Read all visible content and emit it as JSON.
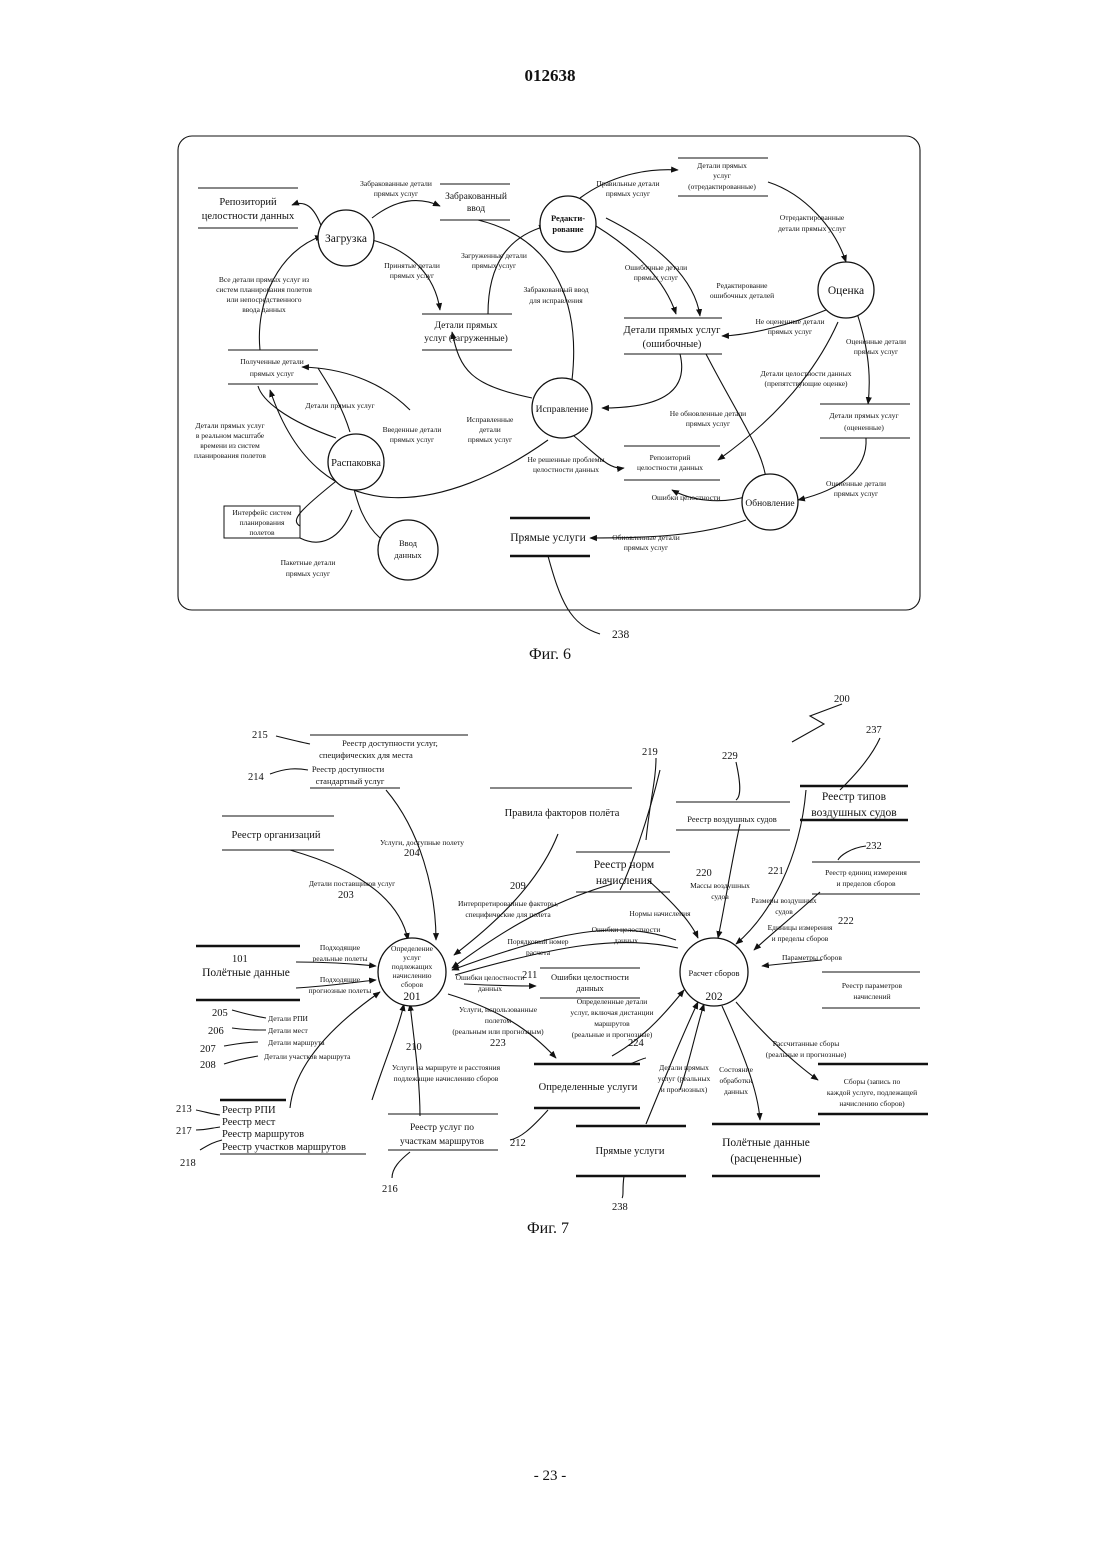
{
  "header": {
    "doc_number": "012638"
  },
  "footer": {
    "page_number": "- 23 -"
  },
  "fig6": {
    "caption": "Фиг. 6",
    "ref": "238",
    "processes": {
      "load": "Загрузка",
      "edit": [
        "Редакти-",
        "рование"
      ],
      "eval": "Оценка",
      "fix": "Исправление",
      "unpack": "Распаковка",
      "entry": [
        "Ввод",
        "данных"
      ],
      "update": "Обновление"
    },
    "stores": {
      "repo_integrity": [
        "Репозиторий",
        "целостности данных"
      ],
      "rejected_input": [
        "Забракованный",
        "ввод"
      ],
      "edited_details": [
        "Детали прямых",
        "услуг",
        "(отредактированные)"
      ],
      "loaded_details": [
        "Детали прямых",
        "услуг (загруженные)"
      ],
      "error_details": [
        "Детали прямых услуг",
        "(ошибочные)"
      ],
      "received_details": [
        "Полученные детали",
        "прямых услуг"
      ],
      "evaluated_details": [
        "Детали прямых услуг",
        "(оцененные)"
      ],
      "repo_integrity2": [
        "Репозиторий",
        "целостности данных"
      ],
      "direct_services": "Прямые услуги",
      "interface": [
        "Интерфейс систем",
        "планирования",
        "полетов"
      ]
    },
    "flows": {
      "f_rejected": [
        "Забракованные детали",
        "прямых услуг"
      ],
      "f_correct": [
        "Правильные детали",
        "прямых услуг"
      ],
      "f_edited": [
        "Отредактированные",
        "детали прямых услуг"
      ],
      "f_loaded": [
        "Загруженные детали",
        "прямых услуг"
      ],
      "f_accepted": [
        "Принятые детали",
        "прямых услуг"
      ],
      "f_all": [
        "Все детали прямых услуг из",
        "систем планирования полетов",
        "или непосредственного",
        "ввода данных"
      ],
      "f_rejected_fix": [
        "Забракованный ввод",
        "для исправления"
      ],
      "f_error": [
        "Ошибочные детали",
        "прямых услуг"
      ],
      "f_edit_err": [
        "Редактирование",
        "ошибочных деталей"
      ],
      "f_not_eval": [
        "Не оцененные детали",
        "прямых услуг"
      ],
      "f_evaluated": [
        "Оцененные детали",
        "прямых услуг"
      ],
      "f_integrity": [
        "Детали целостности данных",
        "(препятствующие оценке)"
      ],
      "f_details": "Детали прямых услуг",
      "f_realtime": [
        "Детали прямых услуг",
        "в реальном масштабе",
        "времени из систем",
        "планирования полетов"
      ],
      "f_entered": [
        "Введенные детали",
        "прямых услуг"
      ],
      "f_fixed": [
        "Исправленные",
        "детали",
        "прямых услуг"
      ],
      "f_not_updated": [
        "Не обновленные детали",
        "прямых услуг"
      ],
      "f_unsolved": [
        "Не решенные проблемы",
        "целостности данных"
      ],
      "f_integrity_err": "Ошибки целостности",
      "f_eval_details": [
        "Оцененные детали",
        "прямых услуг"
      ],
      "f_updated": [
        "Обновленные детали",
        "прямых услуг"
      ],
      "f_batch": [
        "Пакетные детали",
        "прямых услуг"
      ]
    }
  },
  "fig7": {
    "caption": "Фиг. 7",
    "refs": {
      "r200": "200",
      "r237": "237",
      "r219": "219",
      "r229": "229",
      "r215": "215",
      "r214": "214",
      "r204": "204",
      "r203": "203",
      "r209": "209",
      "r220": "220",
      "r221": "221",
      "r232": "232",
      "r222": "222",
      "r101": "101",
      "r201": "201",
      "r202": "202",
      "r211": "211",
      "r205": "205",
      "r206": "206",
      "r207": "207",
      "r208": "208",
      "r210": "210",
      "r223": "223",
      "r224": "224",
      "r213": "213",
      "r217": "217",
      "r218": "218",
      "r216": "216",
      "r212": "212",
      "r238": "238"
    },
    "processes": {
      "p201": [
        "Определение",
        "услуг",
        "подлежащих",
        "начислению",
        "сборов"
      ],
      "p202": "Расчет сборов"
    },
    "stores": {
      "s215": [
        "Реестр доступности услуг,",
        "специфических для места"
      ],
      "s214": [
        "Реестр доступности",
        "стандартный услуг"
      ],
      "s_org": "Реестр организаций",
      "s_rules": "Правила факторов полёта",
      "s_norms": [
        "Реестр норм",
        "начисления"
      ],
      "s_aircraft": "Реестр воздушных судов",
      "s_types": [
        "Реестр типов",
        "воздушных судов"
      ],
      "s232": [
        "Реестр единиц измерения",
        "и пределов сборов"
      ],
      "s_params": [
        "Реестр параметров",
        "начислений"
      ],
      "s_flight": "Полётные данные",
      "s_errors": [
        "Ошибки целостности",
        "данных"
      ],
      "s_defined": "Определенные услуги",
      "s_direct": "Прямые услуги",
      "s_priced": [
        "Полётные данные",
        "(расцененные)"
      ],
      "s_fees": [
        "Сборы (запись по",
        "каждой услуге, подлежащей",
        "начислению сборов)"
      ],
      "s_route_reg": [
        "Реестр услуг по",
        "участкам маршрутов"
      ],
      "s_rpi": "Реестр РПИ",
      "s_places": "Реестр мест",
      "s_routes": "Реестр маршрутов",
      "s_legs": "Реестр участков маршрутов"
    },
    "flows": {
      "f204": [
        "Услуги, доступные полету"
      ],
      "f203": "Детали поставщиков услуг",
      "f209": [
        "Интерпретированные факторы,",
        "специфические для полета"
      ],
      "f_norms": "Нормы начисления",
      "f_mass": [
        "Массы воздушных",
        "судов"
      ],
      "f_size": [
        "Размеры воздушных",
        "судов"
      ],
      "f_units": [
        "Единицы измерения",
        "и пределы сборов"
      ],
      "f_params": "Параметры сборов",
      "f_seq": [
        "Порядковый номер",
        "расчета"
      ],
      "f_err1": [
        "Ошибки целостности",
        "данных"
      ],
      "f_err2": [
        "Ошибки целостности",
        "данных"
      ],
      "f_real": [
        "Подходящие",
        "реальные полеты"
      ],
      "f_forecast": [
        "Подходящие",
        "прогнозные полеты"
      ],
      "f_used": [
        "Услуги, использованные",
        "полетом",
        "(реальным или прогнозным)"
      ],
      "f_defined": [
        "Определенные детали",
        "услуг, включая дистанции",
        "маршрутов",
        "(реальные и прогнозные)"
      ],
      "f_rpi": "Детали РПИ",
      "f_places": "Детали мест",
      "f_route": "Детали маршрута",
      "f_legs": "Детали участков маршрута",
      "f210": [
        "Услуги на маршруте и расстояния",
        "подлежащие начислению сборов"
      ],
      "f_direct_det": [
        "Детали прямых",
        "услуг (реальных",
        "и прогнозных)"
      ],
      "f_state": [
        "Состояние",
        "обработки",
        "данных"
      ],
      "f_calc": [
        "Рассчитанные сборы",
        "(реальные и прогнозные)"
      ]
    }
  }
}
